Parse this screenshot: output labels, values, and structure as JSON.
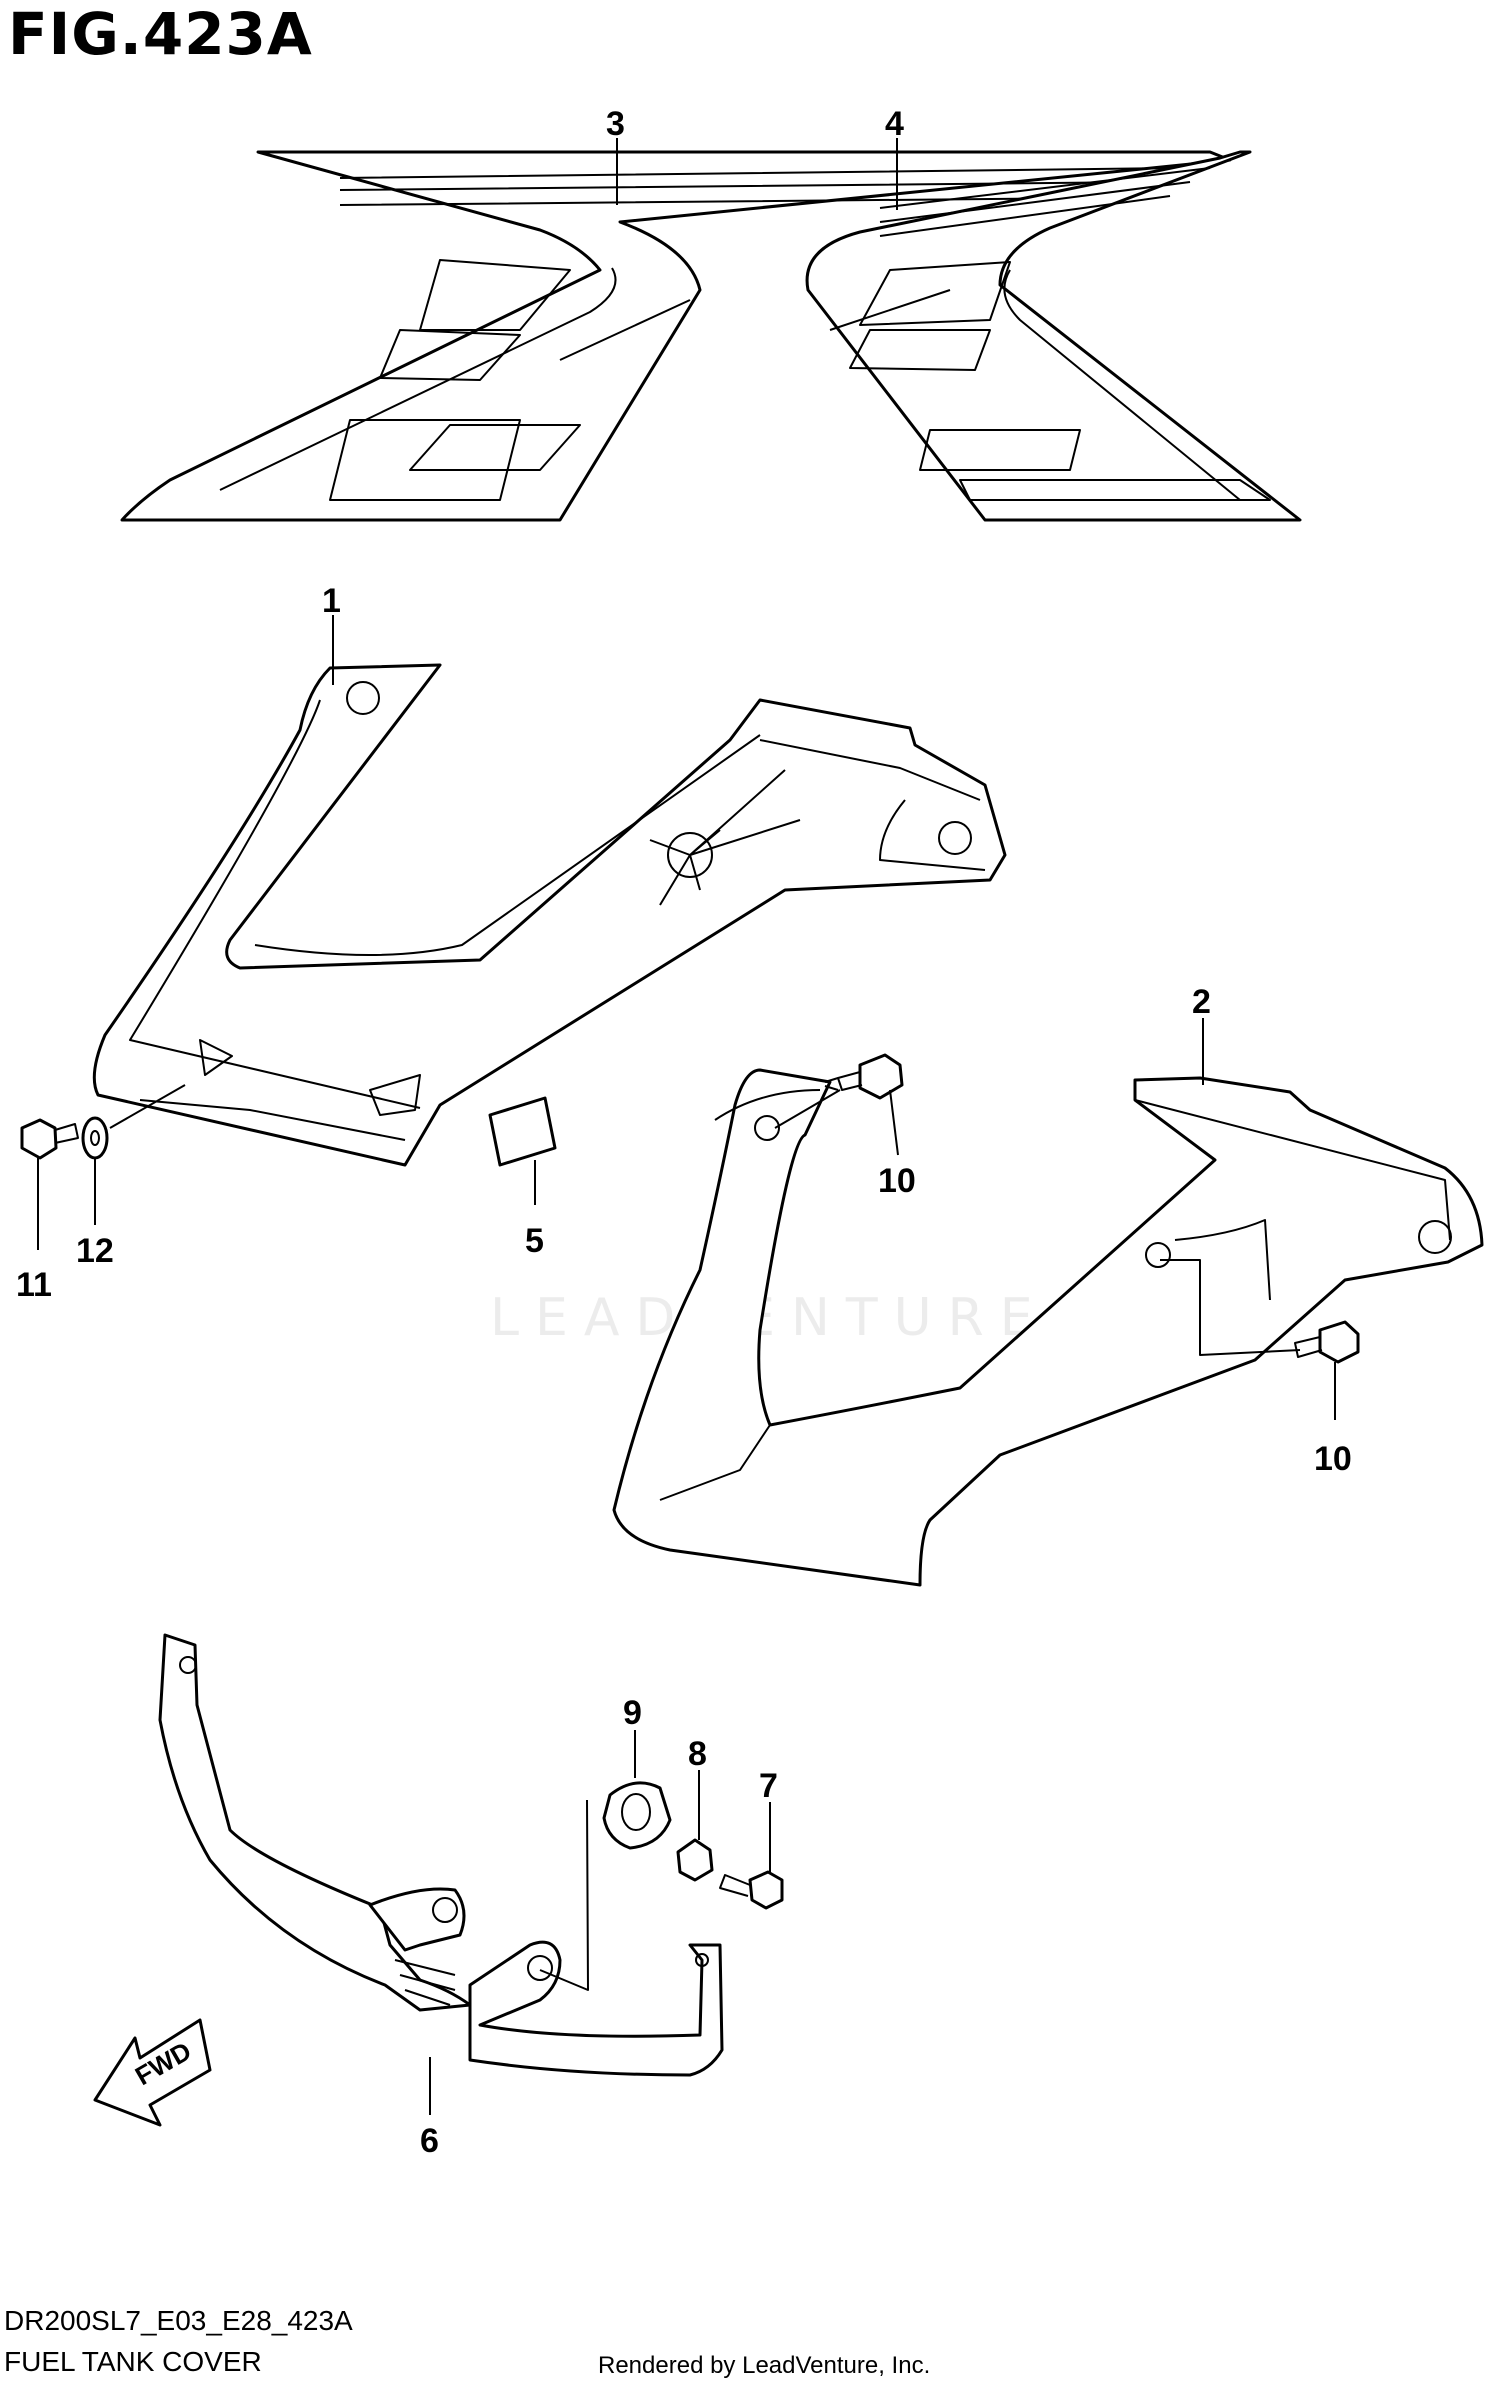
{
  "header": {
    "figure_title": "FIG.423A"
  },
  "footer": {
    "model_code": "DR200SL7_E03_E28_423A",
    "section_name": "FUEL TANK COVER",
    "rendered_by": "Rendered by LeadVenture, Inc."
  },
  "watermark": {
    "text": "LEADVENTURE"
  },
  "callouts": {
    "c1": "1",
    "c2": "2",
    "c3": "3",
    "c4": "4",
    "c5": "5",
    "c6": "6",
    "c7": "7",
    "c8": "8",
    "c9": "9",
    "c10a": "10",
    "c10b": "10",
    "c11": "11",
    "c12": "12"
  },
  "direction_arrow": {
    "label": "FWD"
  }
}
